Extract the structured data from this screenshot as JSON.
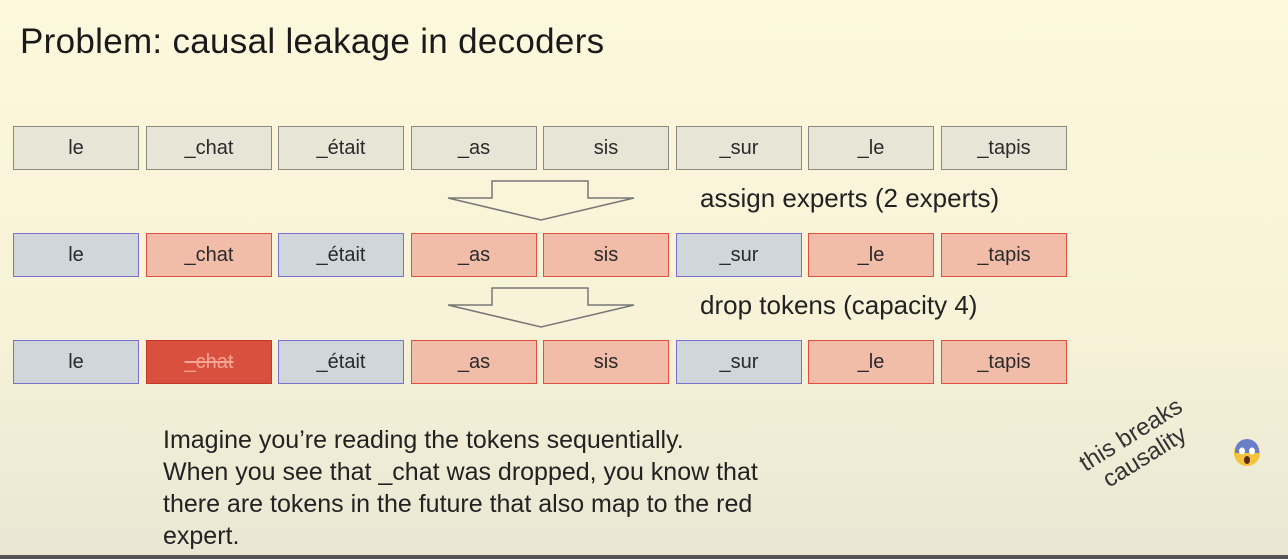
{
  "title": "Problem: causal leakage in decoders",
  "rows": [
    {
      "tokens": [
        {
          "text": "le",
          "expert": "none"
        },
        {
          "text": "_chat",
          "expert": "none"
        },
        {
          "text": "_était",
          "expert": "none"
        },
        {
          "text": "_as",
          "expert": "none"
        },
        {
          "text": "sis",
          "expert": "none"
        },
        {
          "text": "_sur",
          "expert": "none"
        },
        {
          "text": "_le",
          "expert": "none"
        },
        {
          "text": "_tapis",
          "expert": "none"
        }
      ]
    },
    {
      "tokens": [
        {
          "text": "le",
          "expert": "blue"
        },
        {
          "text": "_chat",
          "expert": "red"
        },
        {
          "text": "_était",
          "expert": "blue"
        },
        {
          "text": "_as",
          "expert": "red"
        },
        {
          "text": "sis",
          "expert": "red"
        },
        {
          "text": "_sur",
          "expert": "blue"
        },
        {
          "text": "_le",
          "expert": "red"
        },
        {
          "text": "_tapis",
          "expert": "red"
        }
      ]
    },
    {
      "tokens": [
        {
          "text": "le",
          "expert": "blue"
        },
        {
          "text": "_chat",
          "expert": "dropped"
        },
        {
          "text": "_était",
          "expert": "blue"
        },
        {
          "text": "_as",
          "expert": "red"
        },
        {
          "text": "sis",
          "expert": "red"
        },
        {
          "text": "_sur",
          "expert": "blue"
        },
        {
          "text": "_le",
          "expert": "red"
        },
        {
          "text": "_tapis",
          "expert": "red"
        }
      ]
    }
  ],
  "steps": [
    "assign experts (2 experts)",
    "drop tokens (capacity 4)"
  ],
  "paragraph": [
    "Imagine you’re reading the tokens sequentially.",
    "When you see that _chat was dropped, you know that",
    "there are tokens in the future that also map to the red",
    "expert."
  ],
  "aside": [
    "this breaks",
    "causality"
  ],
  "aside_icon": "screaming-face-emoji",
  "colors": {
    "blue_expert": "#cfd7da",
    "red_expert": "#f1bda9",
    "dropped": "#d9503f",
    "unassigned": "#e7e5d6"
  }
}
